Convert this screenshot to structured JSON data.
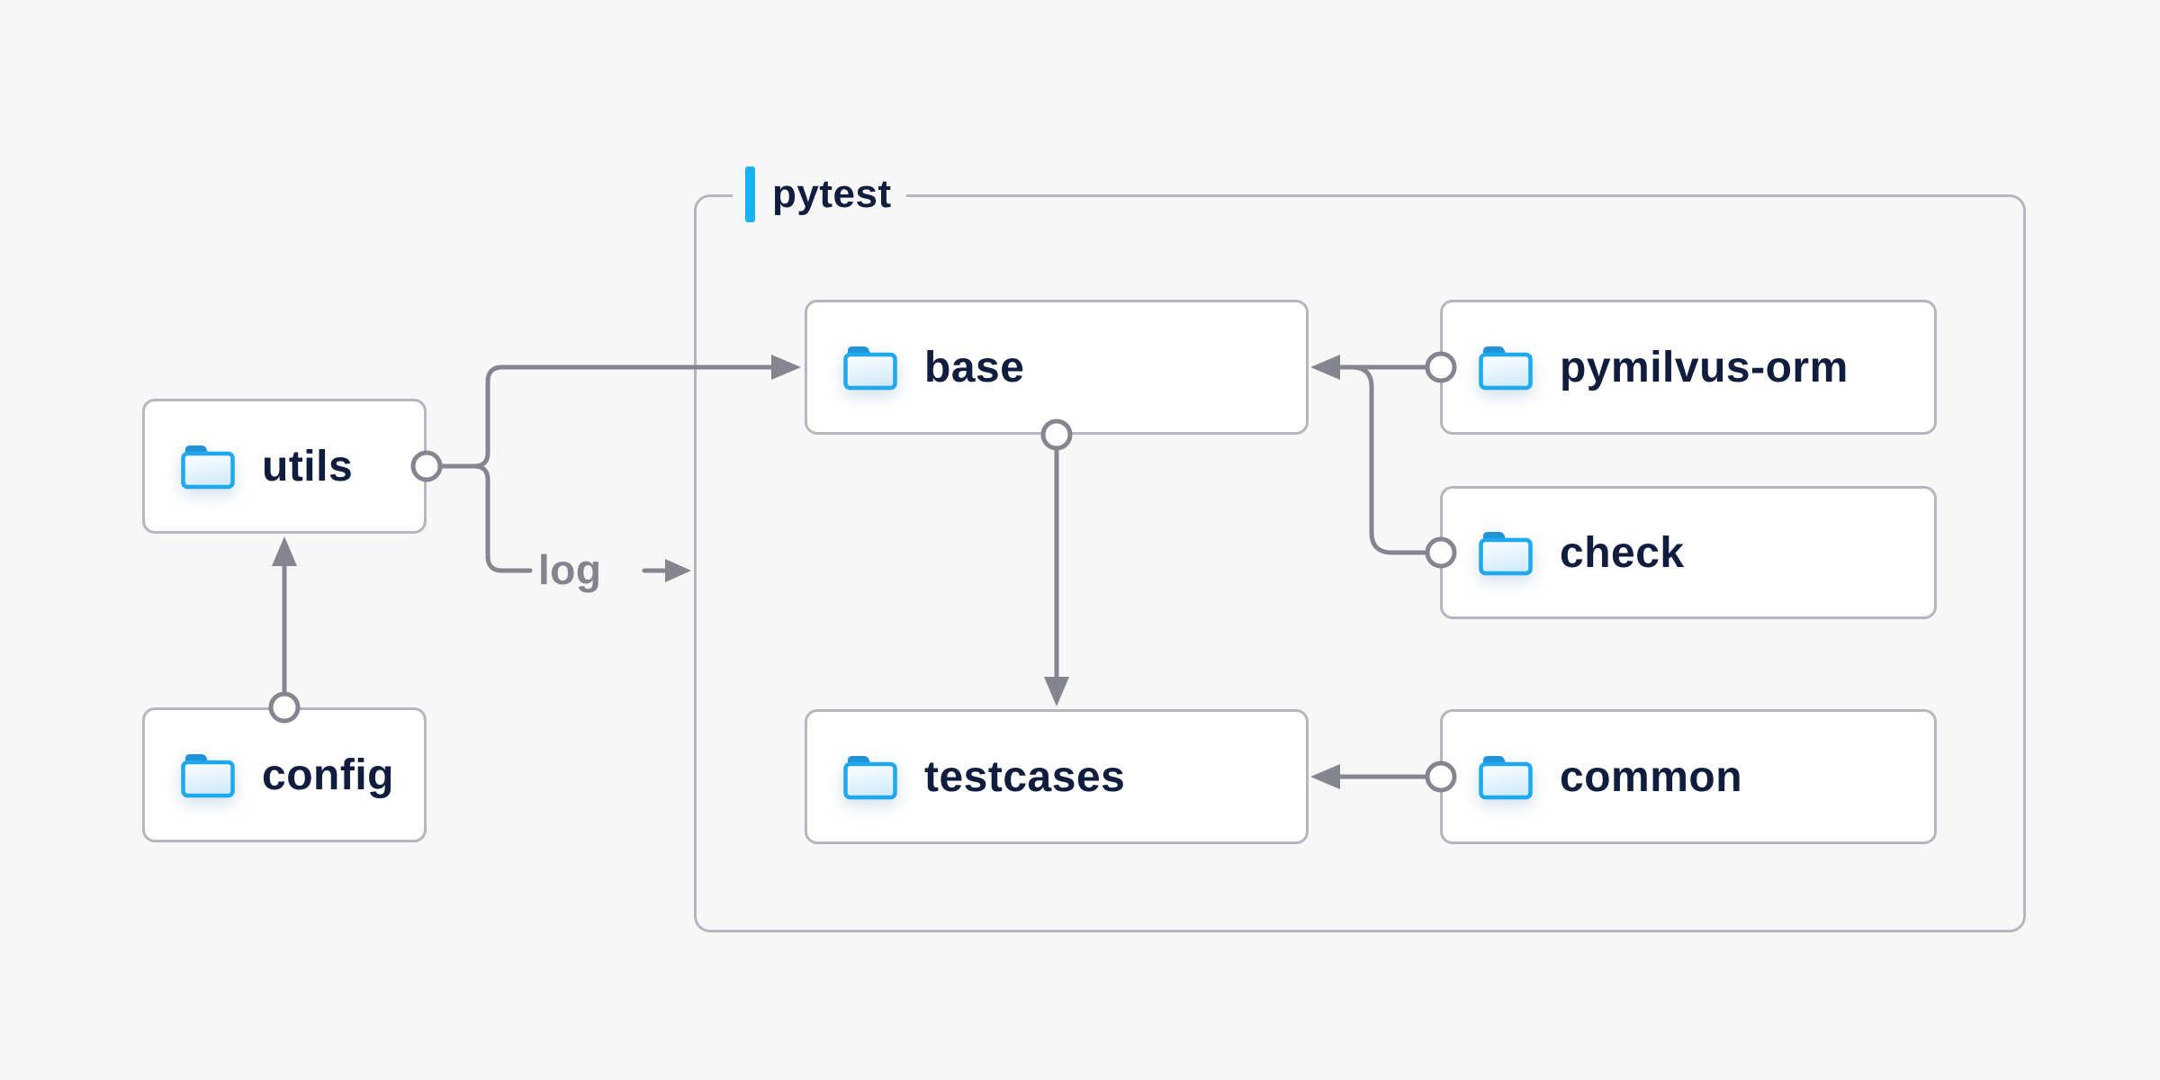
{
  "diagram": {
    "container": {
      "label": "pytest"
    },
    "nodes": {
      "utils": {
        "label": "utils"
      },
      "config": {
        "label": "config"
      },
      "base": {
        "label": "base"
      },
      "pymilvus_orm": {
        "label": "pymilvus-orm"
      },
      "check": {
        "label": "check"
      },
      "testcases": {
        "label": "testcases"
      },
      "common": {
        "label": "common"
      }
    },
    "edge_labels": {
      "log": "log"
    },
    "edges": [
      {
        "from": "config",
        "to": "utils"
      },
      {
        "from": "utils",
        "to": "base"
      },
      {
        "from": "utils",
        "to": "pytest-container",
        "label": "log"
      },
      {
        "from": "pymilvus-orm",
        "to": "base"
      },
      {
        "from": "check",
        "to": "base"
      },
      {
        "from": "base",
        "to": "testcases"
      },
      {
        "from": "common",
        "to": "testcases"
      }
    ],
    "colors": {
      "background": "#f7f7f8",
      "node_border": "#b6b6c2",
      "connector_gray": "#85858f",
      "text_navy": "#101d3f",
      "label_gray": "#84848e",
      "accent_blue": "#18b3f4",
      "folder_stroke": "#1ea9ee",
      "folder_tab": "#2093d8",
      "folder_fill_light": "#d2ebfa"
    }
  }
}
